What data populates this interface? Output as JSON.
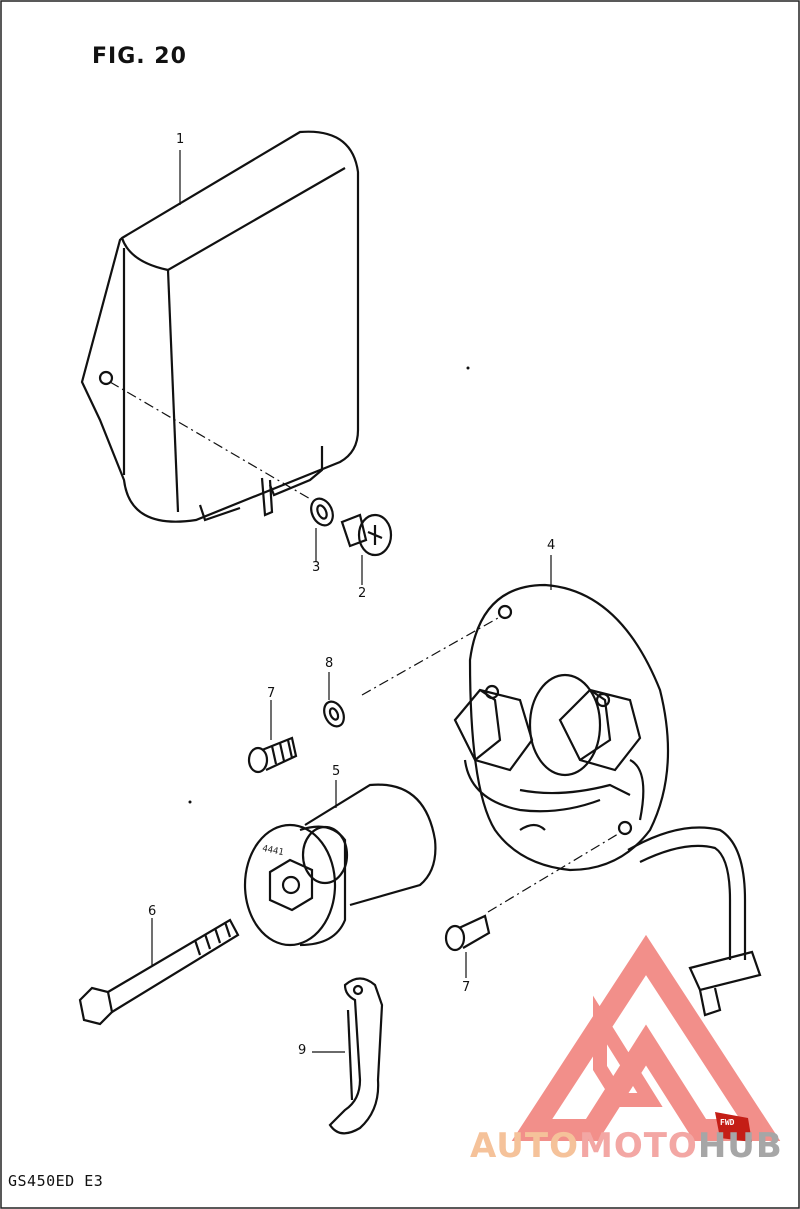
{
  "figure": {
    "title": "FIG. 20",
    "model_code": "GS450ED  E3"
  },
  "callouts": [
    {
      "id": "c1",
      "label": "1"
    },
    {
      "id": "c2",
      "label": "2"
    },
    {
      "id": "c3",
      "label": "3"
    },
    {
      "id": "c4",
      "label": "4"
    },
    {
      "id": "c5",
      "label": "5"
    },
    {
      "id": "c6",
      "label": "6"
    },
    {
      "id": "c7a",
      "label": "7"
    },
    {
      "id": "c7b",
      "label": "7"
    },
    {
      "id": "c8",
      "label": "8"
    },
    {
      "id": "c9",
      "label": "9"
    }
  ],
  "part_markings": {
    "coil_stamp": "4441",
    "fwd_mark": "FWD"
  },
  "watermark": {
    "part_a": "AUTO",
    "part_b": "MOTO",
    "part_c": "HUB",
    "accent_color": "#e8352b",
    "gray_color": "#9a9a9a"
  }
}
